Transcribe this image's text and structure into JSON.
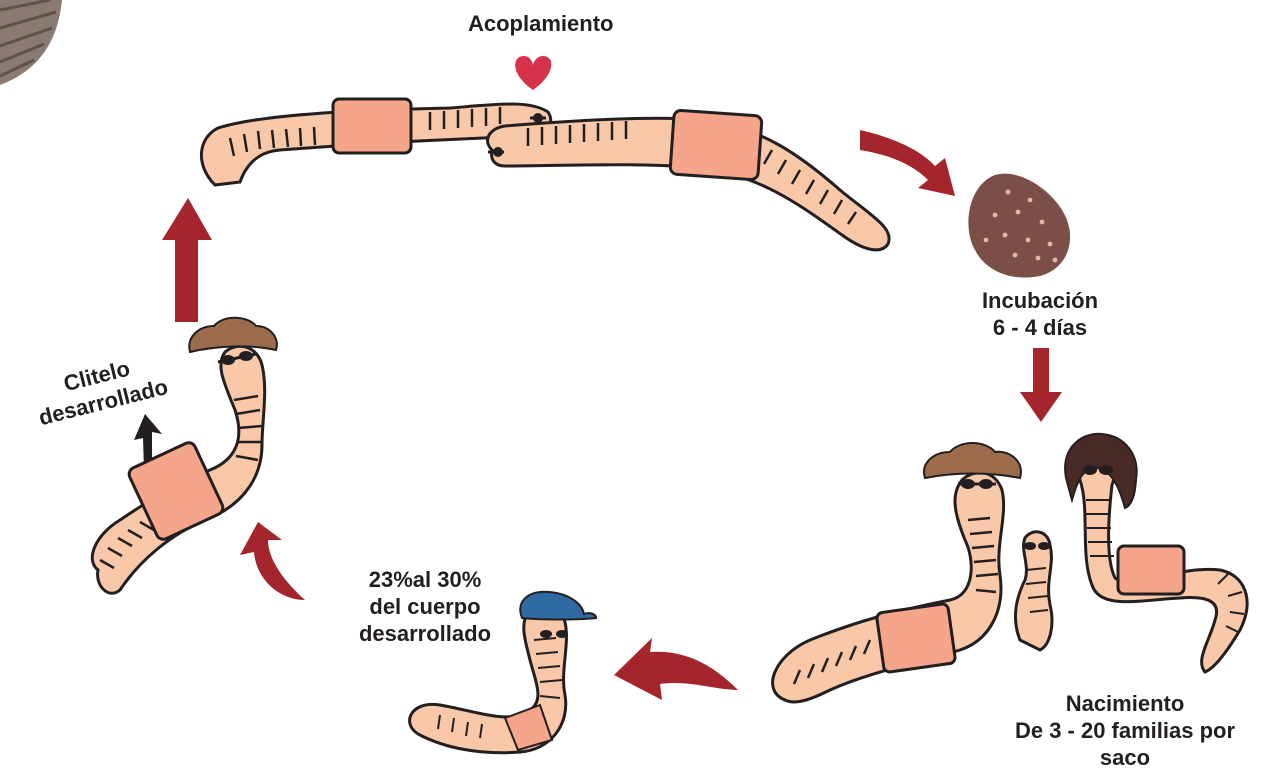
{
  "labels": {
    "mating": "Acoplamiento",
    "incubation": {
      "line1": "Incubación",
      "line2": "6 - 4 días"
    },
    "birth": {
      "line1": "Nacimiento",
      "line2": "De 3 - 20 familias por",
      "line3": "saco"
    },
    "growth": {
      "line1": "23%al 30%",
      "line2": "del cuerpo",
      "line3": "desarrollado"
    },
    "clitellum": {
      "line1": "Clitelo",
      "line2": "desarrollado"
    }
  },
  "colors": {
    "arrow": "#a4262c",
    "worm_body": "#f8c8a8",
    "clitellum": "#f4a58a",
    "outline": "#231f20",
    "heart": "#d6334a",
    "cocoon": "#7b4e48",
    "cowboy_hat": "#9c6b4b",
    "cap": "#2f6aa3",
    "hair": "#4a2a26"
  },
  "icons": [
    "heart-icon",
    "cocoon-icon",
    "cycle-arrow-icon",
    "cowboy-hat-icon",
    "cap-icon",
    "hair-icon",
    "sunglasses-icon"
  ]
}
